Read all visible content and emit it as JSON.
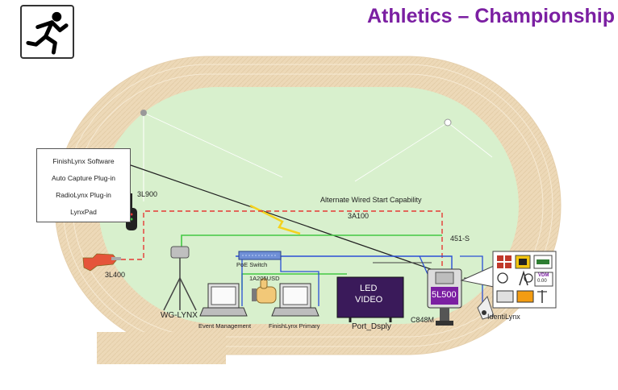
{
  "title": "Athletics – Championship",
  "software_list": [
    "FinishLynx Software",
    "Auto Capture Plug-in",
    "RadioLynx Plug-in",
    "LynxPad"
  ],
  "labels": {
    "radio": "3L900",
    "starter": "3L400",
    "alt_wired": "Alternate Wired Start Capability",
    "cable_3a100": "3A100",
    "cable_451s": "451-S",
    "poe_switch": "PoE Switch",
    "cable_1a205": "1A205USD",
    "wind_gauge": "WG-LYNX",
    "event_mgmt": "Event Management",
    "finishlynx_primary": "FinishLynx Primary",
    "led_video_line1": "LED",
    "led_video_line2": "VIDEO",
    "port_dsply": "Port_Dsply",
    "camera_model": "5L500",
    "camera_mount": "C848M",
    "identilynx": "IdentiLynx",
    "vdm_line1": "VDM",
    "vdm_line2": "0.00"
  },
  "colors": {
    "title": "#7b1fa2",
    "track": "#edd9b8",
    "field": "#d8f0cd",
    "red_dash": "#e53935",
    "green": "#43c843",
    "blue": "#2a4fd6",
    "purple": "#7b1fa2",
    "led": "#3a1a5a"
  },
  "icons": [
    "athletics-sprinter-icon",
    "radio-transmitter-icon",
    "starter-gun-icon",
    "wind-gauge-icon",
    "laptop-icon",
    "thumbs-up-icon",
    "camera-icon",
    "identilynx-camera-icon"
  ]
}
